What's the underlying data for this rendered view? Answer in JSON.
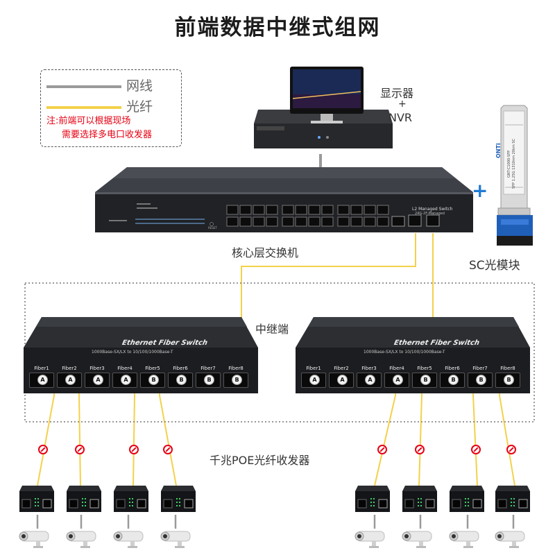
{
  "title": "前端数据中继式组网",
  "legend": {
    "network_cable": "网线",
    "fiber": "光纤",
    "note_line1": "注:前端可以根据现场",
    "note_line2": "需要选择多电口收发器"
  },
  "colors": {
    "network_cable": "#9a9a9a",
    "fiber": "#f3d14a",
    "note": "#e60012",
    "plus": "#1f7bd4",
    "device_body": "#2a2c30",
    "device_front": "#1e1f22"
  },
  "labels": {
    "monitor_nvr_line1": "显示器",
    "monitor_nvr_plus": "+",
    "monitor_nvr_line2": "NVR",
    "plus": "+",
    "sc_module": "SC光模块",
    "core_switch": "核心层交换机",
    "relay": "中继端",
    "poe_transceiver": "千兆POE光纤收发器"
  },
  "core_switch": {
    "model": "L2 Managed Switch",
    "sub": "24G-2F-Managed",
    "reset": "RESET"
  },
  "fiber_switch": {
    "name": "Ethernet Fiber Switch",
    "spec": "1000Base-SX/LX to 10/100/1000Base-T",
    "ports": [
      {
        "name": "Fiber1",
        "tag": "A"
      },
      {
        "name": "Fiber2",
        "tag": "A"
      },
      {
        "name": "Fiber3",
        "tag": "A"
      },
      {
        "name": "Fiber4",
        "tag": "A"
      },
      {
        "name": "Fiber5",
        "tag": "B"
      },
      {
        "name": "Fiber6",
        "tag": "B"
      },
      {
        "name": "Fiber7",
        "tag": "B"
      },
      {
        "name": "Fiber8",
        "tag": "B"
      }
    ]
  },
  "sfp_module": {
    "brand": "ONTi",
    "text1": "GNT-C1000-SFP",
    "text2": "SFP 1.25G 1310nm 20km SC"
  },
  "transceiver": {
    "count_per_side": 4
  }
}
